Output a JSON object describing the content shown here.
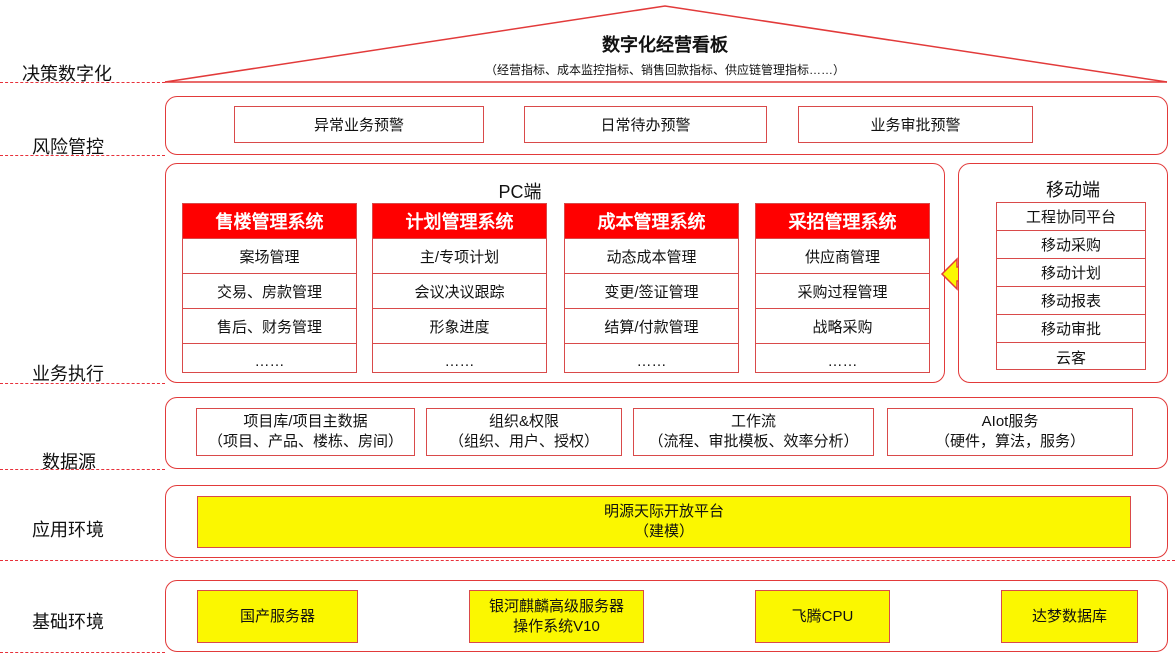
{
  "layers": {
    "decision": "决策数字化",
    "risk": "风险管控",
    "execution": "业务执行",
    "datasource": "数据源",
    "app_env": "应用环境",
    "infra_env": "基础环境"
  },
  "dashboard": {
    "title": "数字化经营看板",
    "subtitle": "（经营指标、成本监控指标、销售回款指标、供应链管理指标……）"
  },
  "risk": {
    "items": [
      "异常业务预警",
      "日常待办预警",
      "业务审批预警"
    ]
  },
  "pc": {
    "title": "PC端",
    "systems": [
      {
        "name": "售楼管理系统",
        "items": [
          "案场管理",
          "交易、房款管理",
          "售后、财务管理",
          "……"
        ]
      },
      {
        "name": "计划管理系统",
        "items": [
          "主/专项计划",
          "会议决议跟踪",
          "形象进度",
          "……"
        ]
      },
      {
        "name": "成本管理系统",
        "items": [
          "动态成本管理",
          "变更/签证管理",
          "结算/付款管理",
          "……"
        ]
      },
      {
        "name": "采招管理系统",
        "items": [
          "供应商管理",
          "采购过程管理",
          "战略采购",
          "……"
        ]
      }
    ]
  },
  "mobile": {
    "title": "移动端",
    "items": [
      "工程协同平台",
      "移动采购",
      "移动计划",
      "移动报表",
      "移动审批",
      "云客"
    ]
  },
  "datasource": {
    "items": [
      {
        "line1": "项目库/项目主数据",
        "line2": "（项目、产品、楼栋、房间）"
      },
      {
        "line1": "组织&权限",
        "line2": "（组织、用户、授权）"
      },
      {
        "line1": "工作流",
        "line2": "（流程、审批模板、效率分析）"
      },
      {
        "line1": "AIot服务",
        "line2": "（硬件，算法，服务）"
      }
    ]
  },
  "app_env": {
    "line1": "明源天际开放平台",
    "line2": "（建模）"
  },
  "infra": {
    "items": [
      {
        "line1": "国产服务器",
        "line2": ""
      },
      {
        "line1": "银河麒麟高级服务器",
        "line2": "操作系统V10"
      },
      {
        "line1": "飞腾CPU",
        "line2": ""
      },
      {
        "line1": "达梦数据库",
        "line2": ""
      }
    ]
  },
  "colors": {
    "accent_red": "#ff0000",
    "border_red": "#e23a3a",
    "highlight_yellow": "#fbf700"
  }
}
